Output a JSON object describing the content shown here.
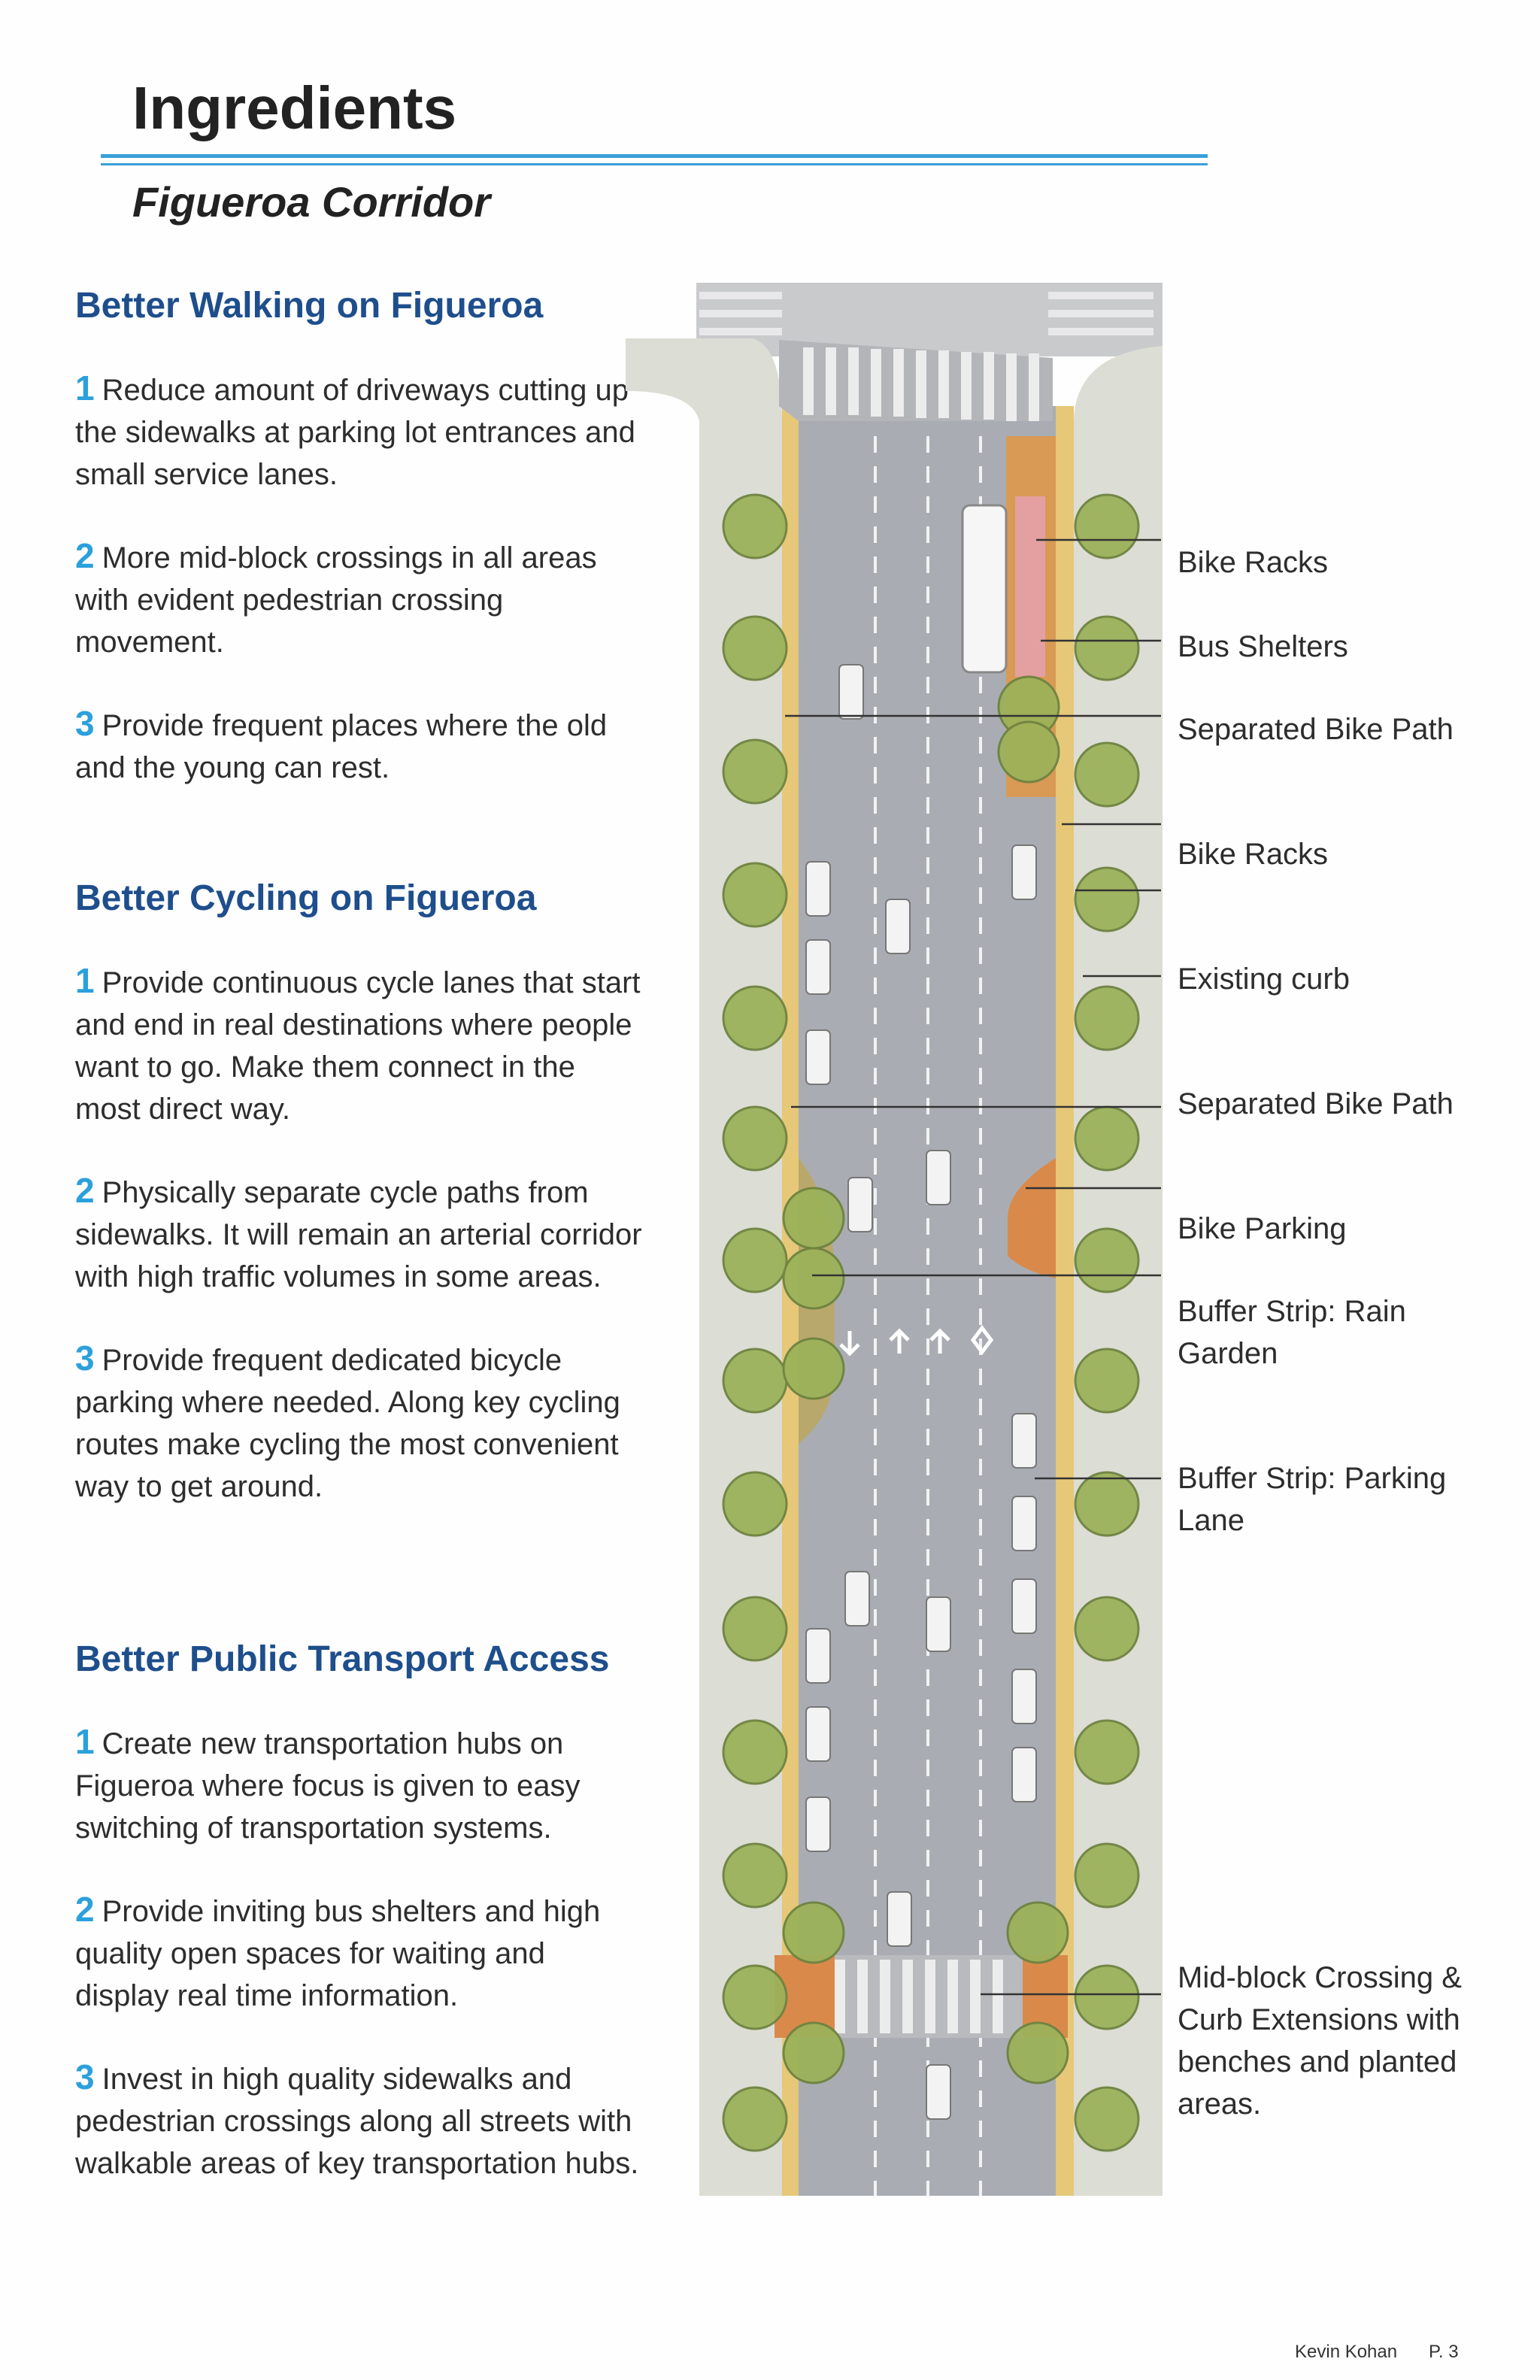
{
  "header": {
    "title": "Ingredients",
    "subtitle": "Figueroa Corridor"
  },
  "sections": [
    {
      "heading": "Better Walking on Figueroa",
      "items": [
        {
          "num": "1",
          "text": "Reduce amount of driveways cutting up the sidewalks at parking lot entrances and small service lanes."
        },
        {
          "num": "2",
          "text": "More mid-block crossings in all areas with evident pedestrian crossing movement."
        },
        {
          "num": "3",
          "text": "Provide frequent places where the old and the young can rest."
        }
      ]
    },
    {
      "heading": "Better Cycling on Figueroa",
      "items": [
        {
          "num": "1",
          "text": "Provide continuous cycle lanes that start and end in real destinations where people want to go. Make them connect in the most direct way."
        },
        {
          "num": "2",
          "text": "Physically separate cycle paths from sidewalks. It will remain an arterial corridor with high traffic volumes in some areas."
        },
        {
          "num": "3",
          "text": "Provide frequent dedicated bicycle parking where needed. Along key cycling routes make cycling the most convenient way to get around."
        }
      ]
    },
    {
      "heading": "Better Public Transport Access",
      "items": [
        {
          "num": "1",
          "text": "Create new transportation hubs on Figueroa where focus is given to easy switching of transportation systems."
        },
        {
          "num": "2",
          "text": "Provide inviting bus shelters and high quality open spaces for waiting and display real time information."
        },
        {
          "num": "3",
          "text": "Invest in high quality sidewalks and pedestrian crossings along all streets with walkable areas of key transportation hubs."
        }
      ]
    }
  ],
  "diagram_labels": [
    "Bike Racks",
    "Bus Shelters",
    "Separated Bike Path",
    "Bike Racks",
    "Existing curb",
    "Separated Bike Path",
    "Bike Parking",
    "Buffer Strip: Rain Garden",
    "Buffer Strip: Parking Lane",
    "Mid-block Crossing & Curb Extensions with benches and planted areas."
  ],
  "footer": {
    "author": "Kevin Kohan",
    "page": "P. 3"
  },
  "colors": {
    "accent_blue": "#2ba0dc",
    "heading_blue": "#1e4e8c",
    "road": "#a7acb2",
    "sidewalk": "#dedfd6",
    "tree": "#9cb25a",
    "bike_lane": "#e0a24e",
    "curb_extension": "#d98a4b"
  }
}
